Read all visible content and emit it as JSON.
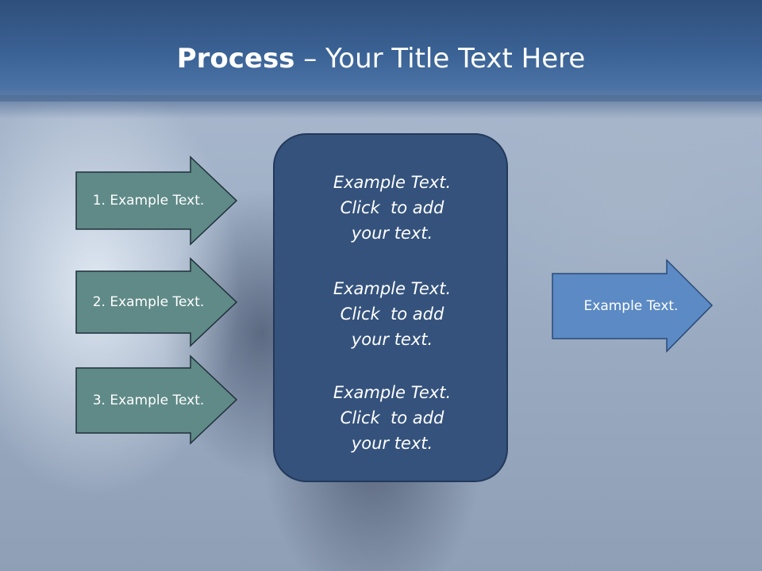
{
  "slide": {
    "title_bold": "Process",
    "title_rest": " – Your Title Text Here"
  },
  "left_arrows": [
    {
      "label": "1. Example Text."
    },
    {
      "label": "2. Example Text."
    },
    {
      "label": "3. Example Text."
    }
  ],
  "center_box": {
    "blocks": [
      {
        "line1": "Example Text.",
        "line2": "Click  to add",
        "line3": "your text."
      },
      {
        "line1": "Example Text.",
        "line2": "Click  to add",
        "line3": "your text."
      },
      {
        "line1": "Example Text.",
        "line2": "Click  to add",
        "line3": "your text."
      }
    ]
  },
  "right_arrow": {
    "label": "Example Text."
  },
  "colors": {
    "header": "#3b6396",
    "left_arrow_fill": "#5f8a87",
    "center_box_fill": "#34527c",
    "right_arrow_fill": "#5b8ac4"
  }
}
